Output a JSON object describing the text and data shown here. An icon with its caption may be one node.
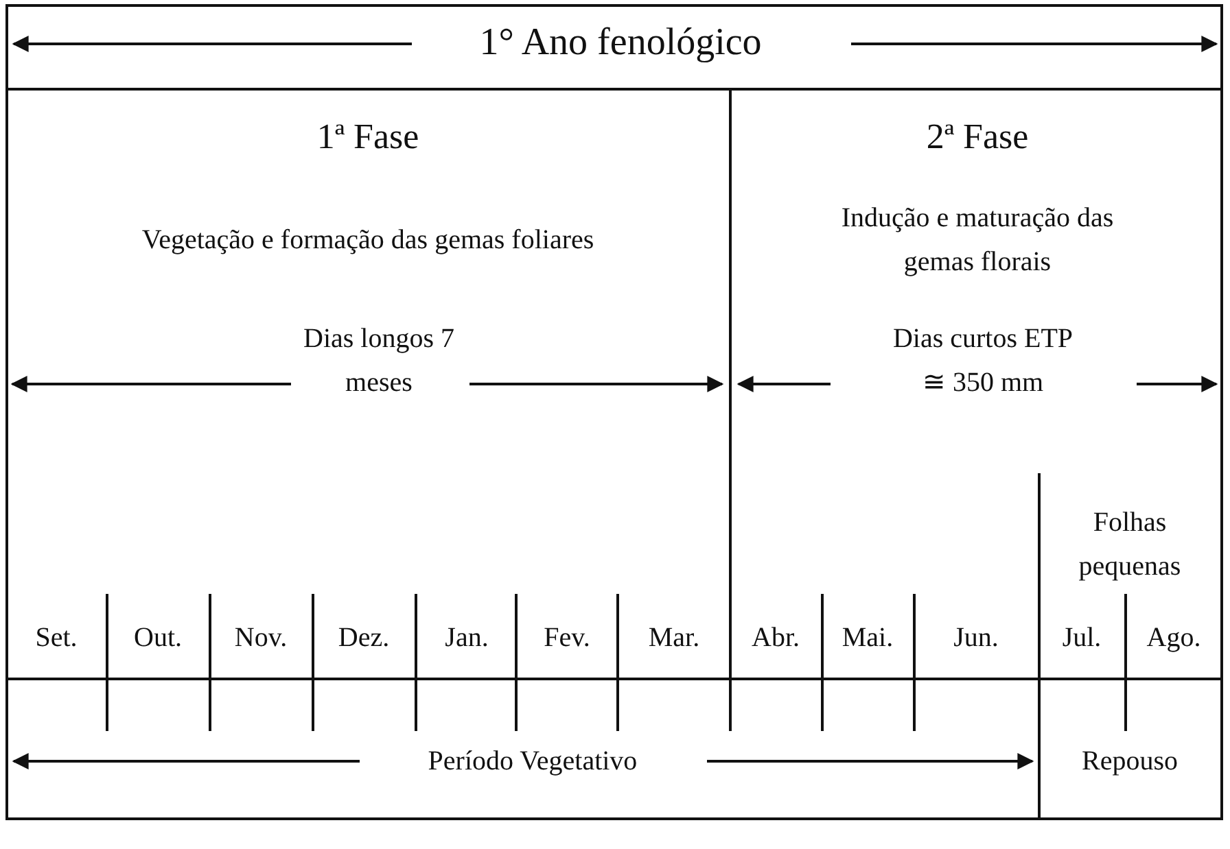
{
  "diagram": {
    "labels": [
      "1° Ano fenológico",
      "1ª Fase",
      "2ª Fase",
      "Vegetação e formação das gemas foliares",
      "Indução e maturação das gemas florais",
      "Dias longos 7 meses",
      "Dias curtos ETP ≅ 350 mm",
      "Folhas pequenas",
      "Set.",
      "Out.",
      "Nov.",
      "Dez.",
      "Jan.",
      "Fev.",
      "Mar.",
      "Abr.",
      "Mai.",
      "Jun.",
      "Jul.",
      "Ago.",
      "Período Vegetativo",
      "Repouso"
    ]
  }
}
